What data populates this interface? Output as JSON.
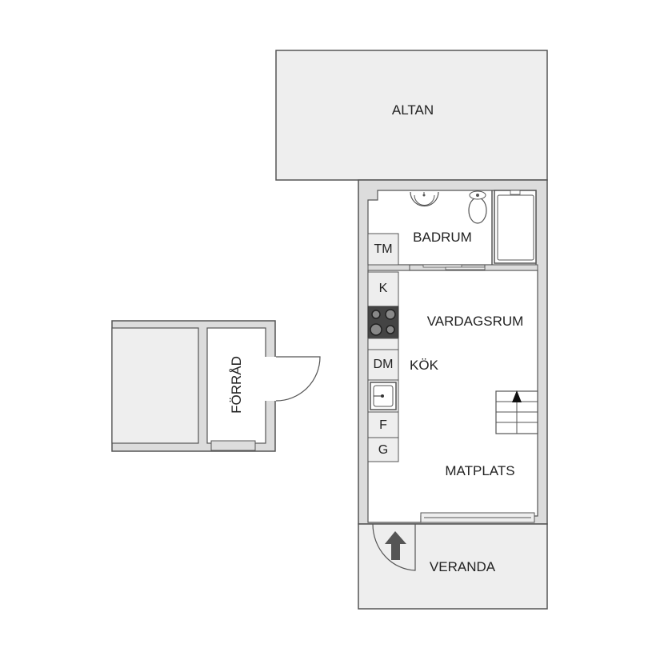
{
  "plan": {
    "rooms": {
      "altan": "ALTAN",
      "badrum": "BADRUM",
      "vardagsrum": "VARDAGSRUM",
      "kok": "KÖK",
      "matplats": "MATPLATS",
      "veranda": "VERANDA",
      "forrad": "FÖRRÅD"
    },
    "fixtures": {
      "tm": "TM",
      "k": "K",
      "dm": "DM",
      "f": "F",
      "g": "G"
    },
    "colors": {
      "wall": "#dcdcdc",
      "outline": "#555555",
      "exterior_fill": "#eeeeee",
      "interior_fill": "#ffffff",
      "stove": "#444444",
      "arrow": "#555555"
    }
  }
}
